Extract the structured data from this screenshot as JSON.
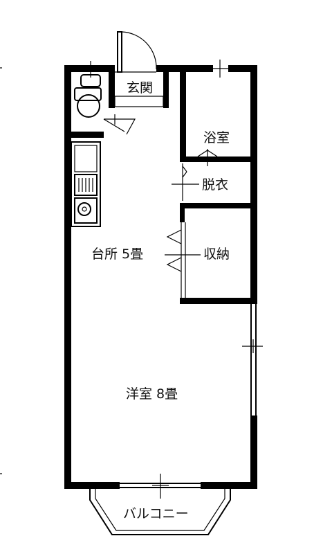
{
  "rooms": {
    "entrance": "玄関",
    "bath": "浴室",
    "dressing": "脱衣",
    "kitchen": "台所 5畳",
    "closet": "収納",
    "western_room": "洋室 8畳",
    "balcony": "バルコニー"
  }
}
